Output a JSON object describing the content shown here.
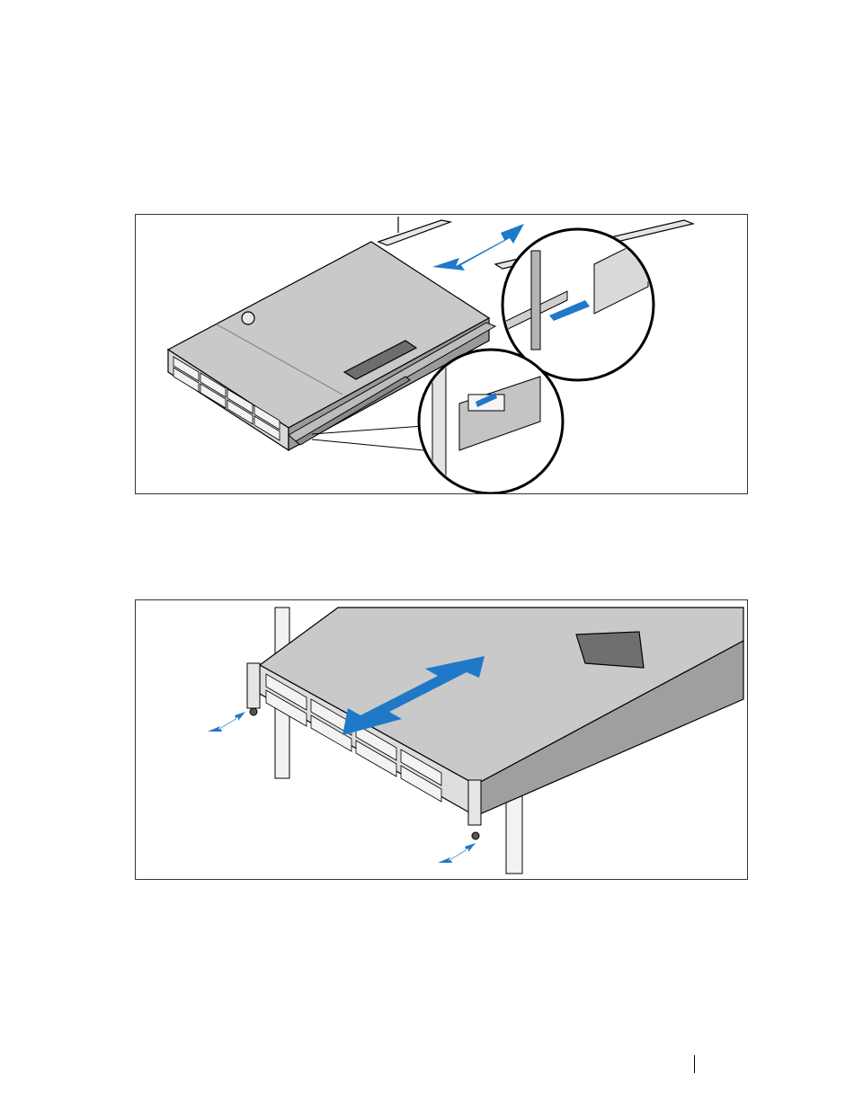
{
  "page": {
    "figures": [
      {
        "id": "figure-1",
        "subject": "server-sliding-into-rails-with-inner-rail-alignment-detail",
        "arrow_color": "#1f78c8",
        "outline_color": "#000000"
      },
      {
        "id": "figure-2",
        "subject": "server-pushed-into-rack-with-thumbscrews-fastened",
        "arrow_color": "#1f78c8",
        "outline_color": "#000000"
      }
    ]
  }
}
